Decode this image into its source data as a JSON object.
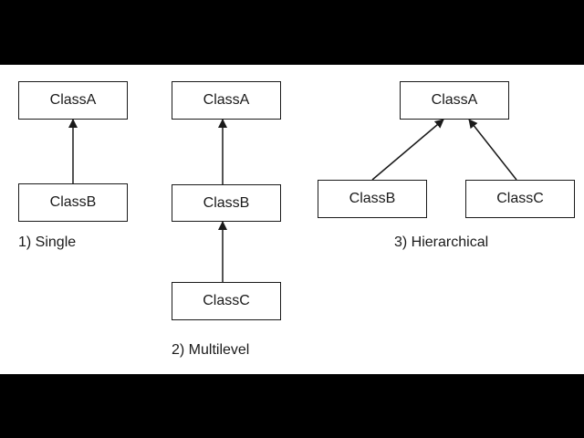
{
  "diagrams": {
    "single": {
      "caption": "1)  Single",
      "parent": "ClassA",
      "child": "ClassB"
    },
    "multilevel": {
      "caption": "2) Multilevel",
      "top": "ClassA",
      "middle": "ClassB",
      "bottom": "ClassC"
    },
    "hierarchical": {
      "caption": "3) Hierarchical",
      "parent": "ClassA",
      "left_child": "ClassB",
      "right_child": "ClassC"
    }
  },
  "colors": {
    "letterbox": "#000000",
    "canvas": "#ffffff",
    "stroke": "#1a1a1a"
  }
}
